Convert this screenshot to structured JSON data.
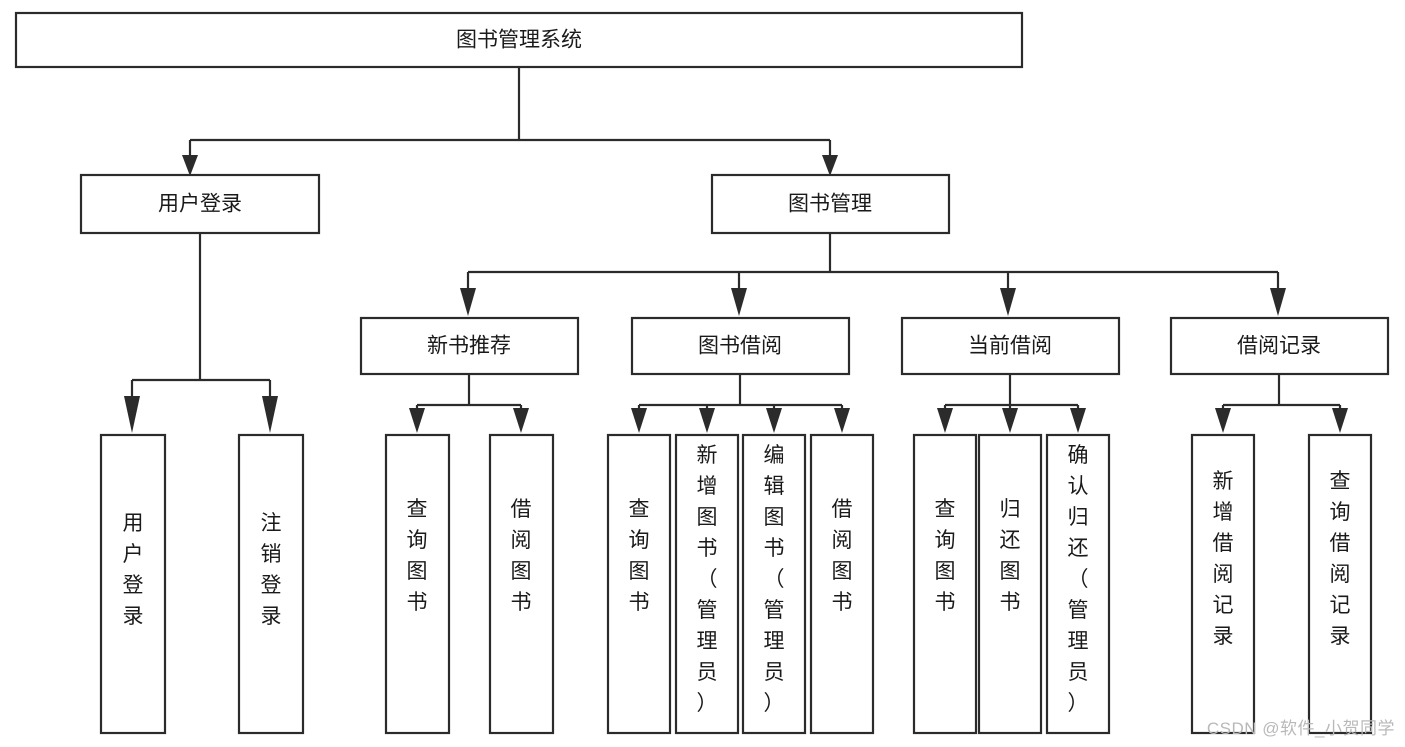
{
  "diagram": {
    "type": "tree-hierarchy",
    "title": "图书管理系统",
    "watermark": "CSDN @软件_小贺同学",
    "colors": {
      "stroke": "#2b2b2b",
      "fill": "#ffffff",
      "text": "#1a1a1a",
      "watermark": "#b9b9b9"
    },
    "root": {
      "label": "图书管理系统",
      "level": 1
    },
    "level2": [
      {
        "label": "用户登录"
      },
      {
        "label": "图书管理"
      }
    ],
    "level3": [
      {
        "label": "新书推荐"
      },
      {
        "label": "图书借阅"
      },
      {
        "label": "当前借阅"
      },
      {
        "label": "借阅记录"
      }
    ],
    "groups": [
      {
        "parent": "用户登录",
        "leaves": [
          {
            "label": "用户登录"
          },
          {
            "label": "注销登录"
          }
        ]
      },
      {
        "parent": "新书推荐",
        "leaves": [
          {
            "label": "查询图书"
          },
          {
            "label": "借阅图书"
          }
        ]
      },
      {
        "parent": "图书借阅",
        "leaves": [
          {
            "label": "查询图书"
          },
          {
            "label": "新增图书（管理员）"
          },
          {
            "label": "编辑图书（管理员）"
          },
          {
            "label": "借阅图书"
          }
        ]
      },
      {
        "parent": "当前借阅",
        "leaves": [
          {
            "label": "查询图书"
          },
          {
            "label": "归还图书"
          },
          {
            "label": "确认归还（管理员）"
          }
        ]
      },
      {
        "parent": "借阅记录",
        "leaves": [
          {
            "label": "新增借阅记录"
          },
          {
            "label": "查询借阅记录"
          }
        ]
      }
    ]
  }
}
